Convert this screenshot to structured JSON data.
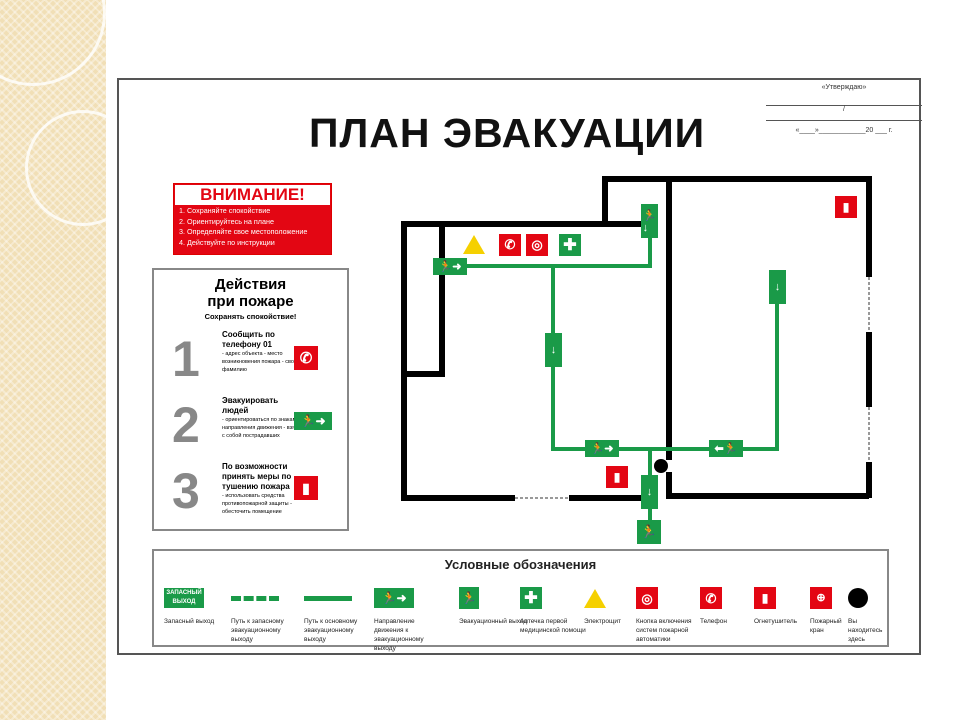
{
  "title": "ПЛАН ЭВАКУАЦИИ",
  "approval": {
    "label": "«Утверждаю»",
    "slash": "/",
    "date_line": "«____»____________20 ___ г."
  },
  "warning": {
    "title": "ВНИМАНИЕ!",
    "items": [
      "1. Сохраняйте спокойствие",
      "2. Ориентируйтесь на плане",
      "3. Определяйте свое местоположение",
      "4. Действуйте по инструкции"
    ]
  },
  "actions": {
    "title_1": "Действия",
    "title_2": "при пожаре",
    "subtitle": "Сохранять спокойствие!",
    "steps": [
      {
        "num": "1",
        "title": "Сообщить по телефону 01",
        "details": "- адрес объекта - место возникновения пожара - свою фамилию"
      },
      {
        "num": "2",
        "title": "Эвакуировать людей",
        "details": "- ориентироваться по знакам направления движения - взять с собой пострадавших"
      },
      {
        "num": "3",
        "title": "По возможности принять меры по тушению пожара",
        "details": "- использовать средства противопожарной защиты - обесточить помещение"
      }
    ]
  },
  "legend": {
    "title": "Условные обозначения",
    "exit_sign_text": "ЗАПАСНЫЙ ВЫХОД",
    "items": [
      "Запасный выход",
      "Путь к запасному эвакуационному выходу",
      "Путь к основному эвакуационному выходу",
      "Направление движения к эвакуационному выходу",
      "Эвакуационный выход",
      "Аптечка первой медицинской помощи",
      "Электрощит",
      "Кнопка включения систем пожарной автоматики",
      "Телефон",
      "Огнетушитель",
      "Пожарный кран",
      "Вы находитесь здесь"
    ]
  },
  "colors": {
    "red": "#e30613",
    "green": "#1a9a48",
    "wall": "#000000"
  }
}
